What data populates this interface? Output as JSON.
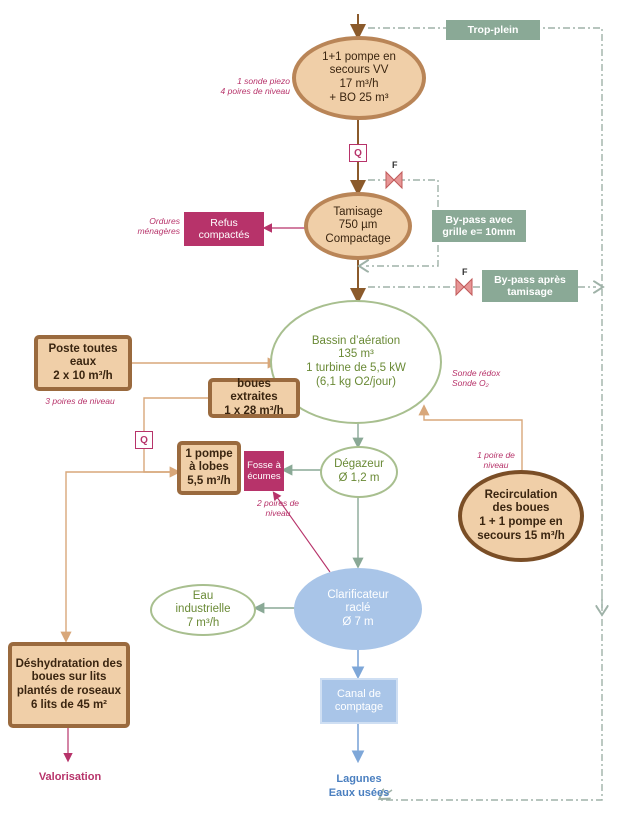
{
  "colors": {
    "tan_fill": "#f0cfa8",
    "brown_border": "#9a6a3e",
    "brown_arrow": "#8b5a2b",
    "tan_arrow": "#d8a77a",
    "pink": "#b7336a",
    "green_box": "#8aa996",
    "green_text": "#6a8a36",
    "blue_fill": "#a9c5e8",
    "dashed_line": "#9fb2a8",
    "blue_label": "#4a7fc0"
  },
  "nodes": {
    "pump_station": "1+1  pompe en\nsecours VV\n17 m³/h\n+ BO 25 m³",
    "screening": "Tamisage\n750 µm\nCompactage",
    "aeration_basin": "Bassin d’aération\n135 m³\n1 turbine de 5,5 kW\n(6,1 kg O2/jour)",
    "degasser": "Dégazeur\nØ 1,2 m",
    "clarifier": "Clarificateur\nraclé\nØ 7 m",
    "industrial_water": "Eau\nindustrielle\n7 m³/h",
    "sludge_recirculation": "Recirculation\ndes boues\n1 + 1  pompe en\nsecours 15 m³/h",
    "all_water_station": "Poste toutes\neaux\n2 x 10 m³/h",
    "extracted_sludge": "boues extraites\n1 x 28 m³/h",
    "lobe_pump": "1 pompe\nà lobes\n5,5 m³/h",
    "dewatering": "Déshydratation des\nboues sur lits\nplantés de roseaux\n6 lits de 45 m²",
    "compacted_refuse": "Refus\ncompactés",
    "scum_pit": "Fosse à\nécumes",
    "counting_channel": "Canal de\ncomptage",
    "overflow": "Trop-plein",
    "bypass_grid": "By-pass avec\ngrille e= 10mm",
    "bypass_after": "By-pass après\ntamisage"
  },
  "markers": {
    "flow_q": "Q",
    "valve_f": "F"
  },
  "notes": {
    "piezo": "1 sonde piezo\n4 poires de niveau",
    "household_waste": "Ordures\nménagères",
    "three_floats": "3 poires de niveau",
    "redox": "Sonde rédox\nSonde O₂",
    "one_float": "1 poire de\nniveau",
    "two_floats": "2 poires de\nniveau"
  },
  "outputs": {
    "valorisation": "Valorisation",
    "lagoons": "Lagunes\nEaux usées"
  }
}
